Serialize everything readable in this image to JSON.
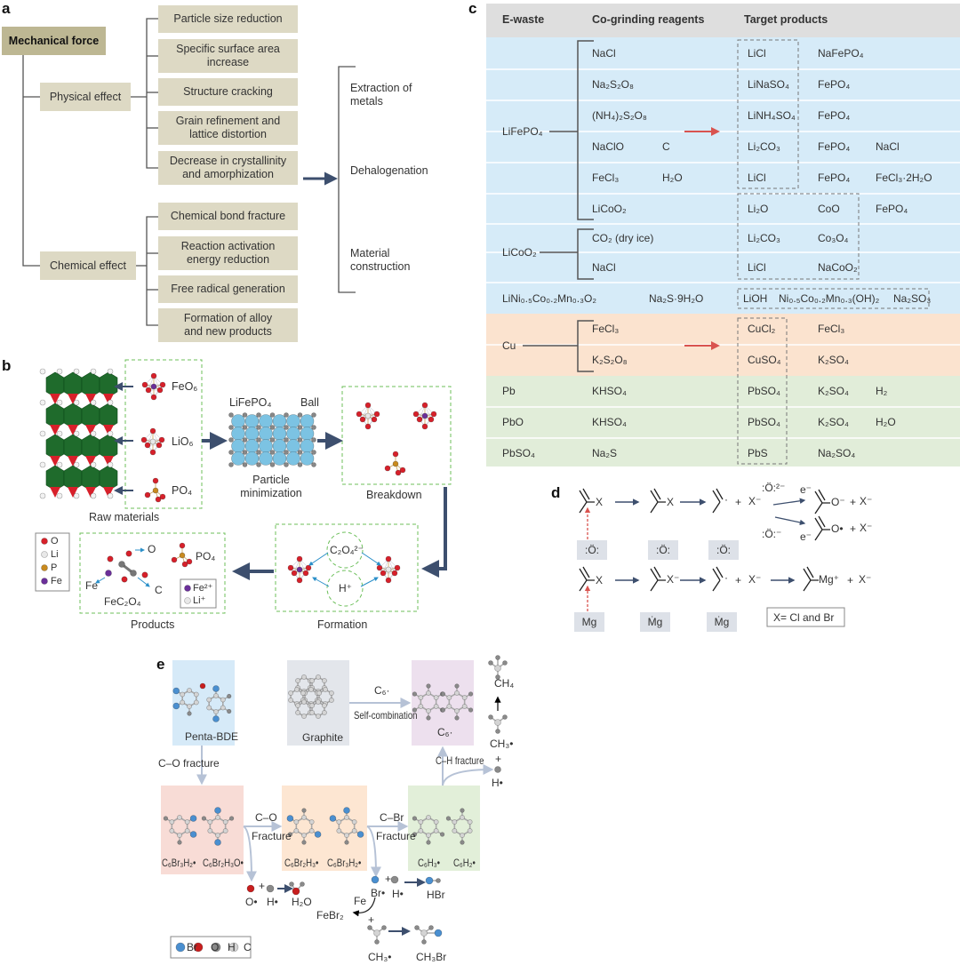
{
  "panel_labels": {
    "a": "a",
    "b": "b",
    "c": "c",
    "d": "d",
    "e": "e"
  },
  "panel_a": {
    "root": "Mechanical force",
    "physical": "Physical effect",
    "chemical": "Chemical effect",
    "physical_items": [
      "Particle size reduction",
      "Specific surface area\nincrease",
      "Structure cracking",
      "Grain refinement and\nlattice distortion",
      "Decrease in crystallinity\nand amorphization"
    ],
    "chemical_items": [
      "Chemical bond fracture",
      "Reaction activation\nenergy reduction",
      "Free radical generation",
      "Formation of alloy\nand new products"
    ],
    "outcomes": [
      "Extraction of\nmetals",
      "Dehalogenation",
      "Material\nconstruction"
    ]
  },
  "panel_b": {
    "fe_o6": "FeO₆",
    "li_o6": "LiO₆",
    "po4": "PO₄",
    "raw": "Raw materials",
    "lifepo4": "LiFePO₄",
    "ball": "Ball",
    "particle": "Particle\nminimization",
    "breakdown": "Breakdown",
    "formation": "Formation",
    "c2o4": "C₂O₄²⁻",
    "h_plus": "H⁺",
    "products": "Products",
    "o": "O",
    "fe": "Fe",
    "c": "C",
    "fec2o4": "FeC₂O₄",
    "po4_product": "PO₄",
    "ion_legend": [
      "Fe²⁺",
      "Li⁺"
    ],
    "legend": [
      {
        "label": "O",
        "color": "#d7202a"
      },
      {
        "label": "Li",
        "color": "#e8e8e8"
      },
      {
        "label": "P",
        "color": "#c98a1e"
      },
      {
        "label": "Fe",
        "color": "#6b2f9a"
      }
    ]
  },
  "panel_c": {
    "headers": [
      "E-waste",
      "Co-grinding reagents",
      "Target products"
    ],
    "groups": [
      "LiFePO₄",
      "LiCoO₂",
      "Cu"
    ],
    "colors": {
      "blue": "#d6ebf8",
      "orange": "#fbe3cf",
      "green": "#e1edd9",
      "header": "#dedede",
      "arrow": "#d9534f"
    },
    "rows": [
      {
        "ewaste": "",
        "reagents": [
          "NaCl"
        ],
        "products": [
          "LiCl",
          "NaFePO₄"
        ]
      },
      {
        "ewaste": "",
        "reagents": [
          "Na₂S₂O₈"
        ],
        "products": [
          "LiNaSO₄",
          "FePO₄"
        ]
      },
      {
        "ewaste": "",
        "reagents": [
          "(NH₄)₂S₂O₈"
        ],
        "products": [
          "LiNH₄SO₄",
          "FePO₄"
        ]
      },
      {
        "ewaste": "",
        "reagents": [
          "NaClO",
          "C"
        ],
        "products": [
          "Li₂CO₃",
          "FePO₄",
          "NaCl"
        ]
      },
      {
        "ewaste": "",
        "reagents": [
          "FeCl₃",
          "H₂O"
        ],
        "products": [
          "LiCl",
          "FePO₄",
          "FeCl₃·2H₂O"
        ]
      },
      {
        "ewaste": "",
        "reagents": [
          "LiCoO₂"
        ],
        "products": [
          "Li₂O",
          "CoO",
          "FePO₄"
        ]
      },
      {
        "ewaste": "",
        "reagents": [
          "CO₂ (dry ice)"
        ],
        "products": [
          "Li₂CO₃",
          "Co₃O₄"
        ]
      },
      {
        "ewaste": "",
        "reagents": [
          "NaCl"
        ],
        "products": [
          "LiCl",
          "NaCoO₂"
        ]
      },
      {
        "ewaste": "LiNi₀.₅Co₀.₂Mn₀.₃O₂",
        "reagents": [
          "Na₂S·9H₂O"
        ],
        "products": [
          "LiOH",
          "Ni₀.₅Co₀.₂Mn₀.₃(OH)₂",
          "Na₂SO₃"
        ]
      },
      {
        "ewaste": "",
        "reagents": [
          "FeCl₃"
        ],
        "products": [
          "CuCl₂",
          "FeCl₃"
        ]
      },
      {
        "ewaste": "",
        "reagents": [
          "K₂S₂O₈"
        ],
        "products": [
          "CuSO₄",
          "K₂SO₄"
        ]
      },
      {
        "ewaste": "Pb",
        "reagents": [
          "KHSO₄"
        ],
        "products": [
          "PbSO₄",
          "K₂SO₄",
          "H₂"
        ]
      },
      {
        "ewaste": "PbO",
        "reagents": [
          "KHSO₄"
        ],
        "products": [
          "PbSO₄",
          "K₂SO₄",
          "H₂O"
        ]
      },
      {
        "ewaste": "PbSO₄",
        "reagents": [
          "Na₂S"
        ],
        "products": [
          "PbS",
          "Na₂SO₄"
        ]
      }
    ]
  },
  "panel_d": {
    "x": "X",
    "x_minus": "X⁻",
    "plus": "+",
    "radical": "·",
    "o_2minus": ":Ö:²⁻",
    "o_minus": ":Ö:⁻",
    "e_minus": "e⁻",
    "o_anion": "O⁻",
    "o_radical": "O•",
    "mg": "Mg",
    "mg_dot": "Ṁg",
    "mg_plus": "Mg⁺",
    "o_box": ":Ö:",
    "note": "X= Cl and Br"
  },
  "panel_e": {
    "penta_bde": "Penta-BDE",
    "graphite": "Graphite",
    "c6_label": "C₆·",
    "self_comb": "Self-combination",
    "c6_top": "C₆·",
    "co_fracture": "C–O fracture",
    "co": "C–O",
    "cbr": "C–Br",
    "fracture": "Fracture",
    "ch_fracture": "C–H fracture",
    "pink": [
      "C₆Br₃H₂•",
      "C₆Br₂H₃O•"
    ],
    "orange": [
      "C₆Br₂H₃•",
      "C₆Br₃H₂•"
    ],
    "green": [
      "C₆H₃•",
      "C₆H₂•"
    ],
    "o_rad": "O•",
    "h_rad": "H•",
    "h2o": "H₂O",
    "br_rad": "Br•",
    "hbr": "HBr",
    "fe": "Fe",
    "febr2": "FeBr₂",
    "ch3": "CH₃•",
    "ch3br": "CH₃Br",
    "ch4": "CH₄",
    "plus": "+",
    "legend": [
      {
        "label": "Br",
        "color": "#4a8fd0"
      },
      {
        "label": "O",
        "color": "#c81e1e"
      },
      {
        "label": "H",
        "color": "#8a8a8a"
      },
      {
        "label": "C",
        "color": "#d4d4d4"
      }
    ],
    "box_colors": {
      "blue": "#d6eaf8",
      "gray": "#e3e6eb",
      "purple": "#ede0ee",
      "pink": "#f8dcd6",
      "orange": "#fde6d2",
      "green": "#e2efd9"
    }
  }
}
